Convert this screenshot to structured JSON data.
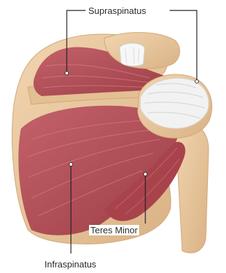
{
  "labels": {
    "supraspinatus": "Supraspinatus",
    "teres_minor": "Teres Minor",
    "infraspinatus": "Infraspinatus"
  },
  "colors": {
    "muscle": "#b5505a",
    "muscle_shade": "#96363f",
    "bone": "#e9c89f",
    "bone_shade": "#dcb487",
    "tendon": "#f4f4f4",
    "leader_line": "#222222",
    "background": "#ffffff"
  }
}
